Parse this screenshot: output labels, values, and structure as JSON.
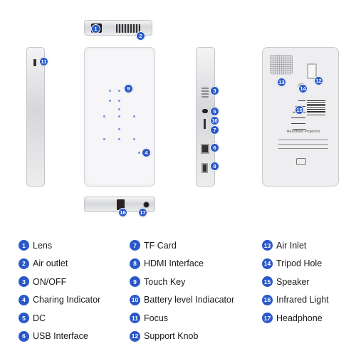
{
  "legend": [
    {
      "num": "1",
      "label": "Lens"
    },
    {
      "num": "2",
      "label": "Air outlet"
    },
    {
      "num": "3",
      "label": "ON/OFF"
    },
    {
      "num": "4",
      "label": "Charing Indicator"
    },
    {
      "num": "5",
      "label": "DC"
    },
    {
      "num": "6",
      "label": "USB Interface"
    },
    {
      "num": "7",
      "label": "TF Card"
    },
    {
      "num": "8",
      "label": "HDMI Interface"
    },
    {
      "num": "9",
      "label": "Touch Key"
    },
    {
      "num": "10",
      "label": "Battery level Indiacator"
    },
    {
      "num": "11",
      "label": "Focus"
    },
    {
      "num": "12",
      "label": "Support Knob"
    },
    {
      "num": "13",
      "label": "Air Inlet"
    },
    {
      "num": "14",
      "label": "Tripod Hole"
    },
    {
      "num": "15",
      "label": "Speaker"
    },
    {
      "num": "16",
      "label": "Infrared Light"
    },
    {
      "num": "17",
      "label": "Headphone"
    }
  ],
  "label_text": "Handheld Projector",
  "colors": {
    "badge": "#2a58c8",
    "body": "#f3f3f5",
    "silver": "#d6d7da"
  }
}
